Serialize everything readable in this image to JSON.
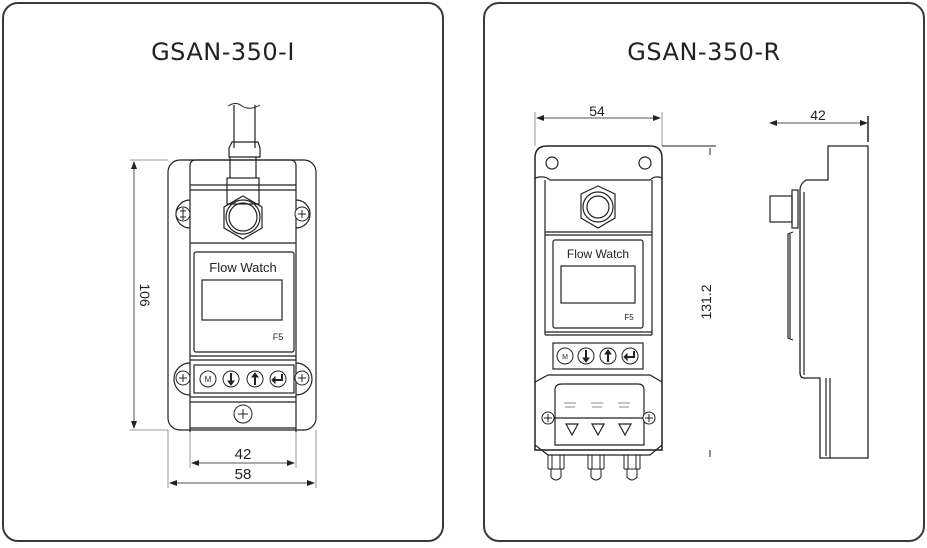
{
  "models": [
    {
      "title": "GSAN-350-I",
      "display_label": "Flow Watch",
      "model_code": "F5",
      "buttons": [
        "M",
        "down",
        "up",
        "enter"
      ],
      "dimensions": {
        "height": "106",
        "inner_width": "42",
        "outer_width": "58"
      }
    },
    {
      "title": "GSAN-350-R",
      "display_label": "Flow Watch",
      "model_code": "F5",
      "buttons": [
        "M",
        "down",
        "up",
        "enter"
      ],
      "dimensions": {
        "width": "54",
        "height": "131.2",
        "depth": "42"
      }
    }
  ],
  "colors": {
    "line": "#222222",
    "dim_line": "#999999",
    "panel_border": "#3a3a3a"
  }
}
